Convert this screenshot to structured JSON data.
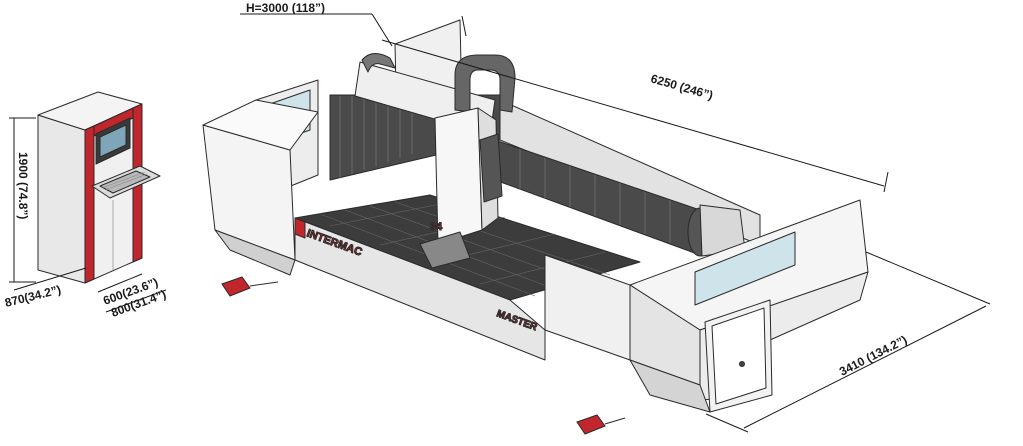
{
  "dimensions": {
    "height_label": "H=3000 (118”)",
    "length_label": "6250 (246”)",
    "width_label": "3410 (134.2”)",
    "cabinet_height_label": "1900 (74.8”)",
    "cabinet_depth_label": "870(34.2”)",
    "cabinet_width1_label": "600(23.6”)",
    "cabinet_width2_label": "800(31.4”)"
  },
  "machine": {
    "brand_label": "INTERMAC",
    "model_label": "MASTER",
    "head_number": "34"
  },
  "colors": {
    "accent_red": "#c0262c",
    "panel": "#f2f2f2",
    "table": "#3c3c3c",
    "bellows": "#4a4a4a",
    "glass": "#cfe3ea",
    "line": "#2a2a2a"
  }
}
